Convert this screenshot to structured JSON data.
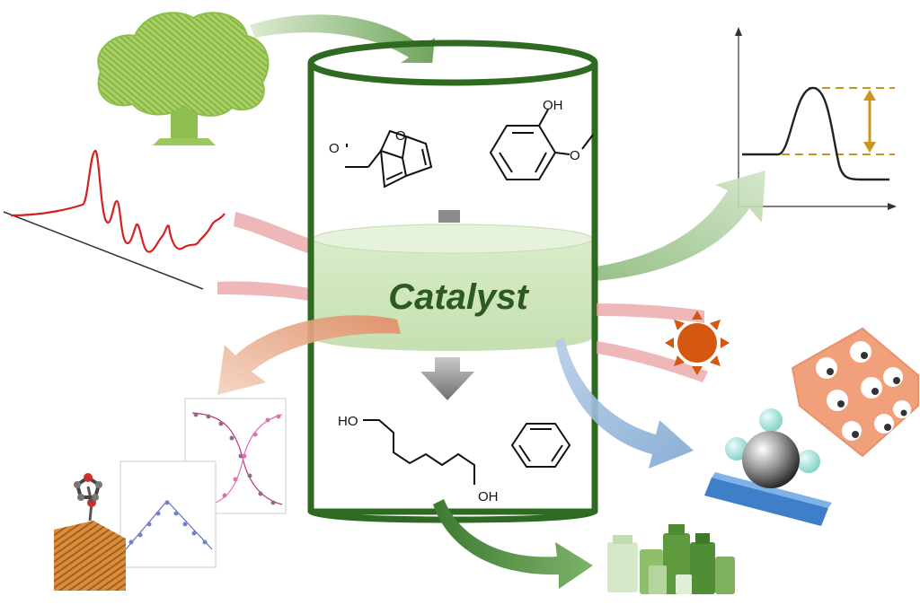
{
  "reactor": {
    "label": "Catalyst"
  },
  "molecules": {
    "furfural": {
      "o_ring": "O",
      "o_aldehyde": "O"
    },
    "guaiacol": {
      "oh": "OH",
      "o_methoxy": "O"
    },
    "hexanediol": {
      "oh_left": "HO",
      "oh_right": "OH"
    }
  },
  "colors": {
    "reactor_outline": "#2e6a22",
    "catalyst_bed": "#cfe6bd",
    "catalyst_text": "#2c5a22",
    "arrow_green": "#7cae6a",
    "arrow_orange": "#e8a27e",
    "arrow_blue": "#8fb1d6",
    "arrow_pink": "#e8a0a0",
    "spectrum": "#d42020",
    "energy_marker": "#c8961c",
    "sun": "#d4580f"
  },
  "icons": [
    "tree-icon",
    "spectrum-plot-icon",
    "energy-profile-plot-icon",
    "sun-icon",
    "porous-support-icon",
    "nanoparticle-on-support-icon",
    "adsorbed-molecule-surface-icon",
    "kinetics-plots-icon",
    "chemical-bottles-icon"
  ]
}
